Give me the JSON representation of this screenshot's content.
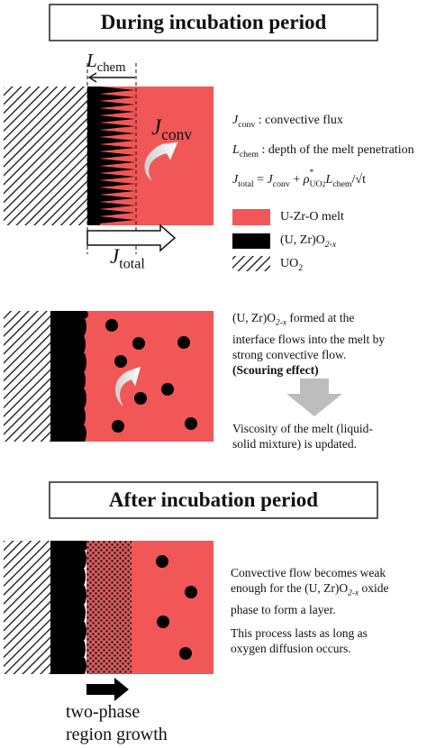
{
  "titles": {
    "top": "During incubation period",
    "bottom": "After incubation period"
  },
  "panel1": {
    "lchem_base": "L",
    "lchem_sub": "chem",
    "jconv_base": "J",
    "jconv_sub": "conv",
    "jtotal_base": "J",
    "jtotal_sub": "total"
  },
  "definitions": {
    "jconv_symbol": "J",
    "jconv_sub": "conv",
    "jconv_text": " : convective flux",
    "lchem_symbol": "L",
    "lchem_sub": "chem",
    "lchem_text": " : depth of the melt penetration",
    "equation_lhs": "J",
    "equation_lhs_sub": "total",
    "equation_eq": " = ",
    "equation_j": "J",
    "equation_j_sub": "conv",
    "equation_plus": " + ",
    "equation_rho": "ρ",
    "equation_rho_sup": "*",
    "equation_rho_sub": "UO",
    "equation_rho_sub2": "2",
    "equation_l": "L",
    "equation_l_sub": "chem",
    "equation_tail": "/√t"
  },
  "legend": {
    "melt_label": "U-Zr-O melt",
    "oxide_label_main": "(U, Zr)O",
    "oxide_label_sub": "2-x",
    "uo2_label_main": "UO",
    "uo2_label_sub": "2"
  },
  "panel2": {
    "line1": "(U, Zr)O",
    "line1_sub": "2-x",
    "line1_tail": " formed at the",
    "line2": "interface flows into the melt by",
    "line3": "strong convective flow.",
    "line4": "(Scouring effect)",
    "line5": "Viscosity of the melt (liquid-",
    "line6": "solid mixture) is updated."
  },
  "panel3": {
    "line1": "Convective flow becomes weak",
    "line2": "enough for the (U, Zr)O",
    "line2_sub": "2-x",
    "line2_tail": " oxide",
    "line3": "phase to form a layer.",
    "line4": "This process lasts as long as",
    "line5": "oxygen diffusion occurs.",
    "growth1": "two-phase",
    "growth2": "region growth"
  },
  "colors": {
    "melt": "#f25757",
    "oxide": "#000000",
    "arrow_gray": "#bdbdbd"
  }
}
